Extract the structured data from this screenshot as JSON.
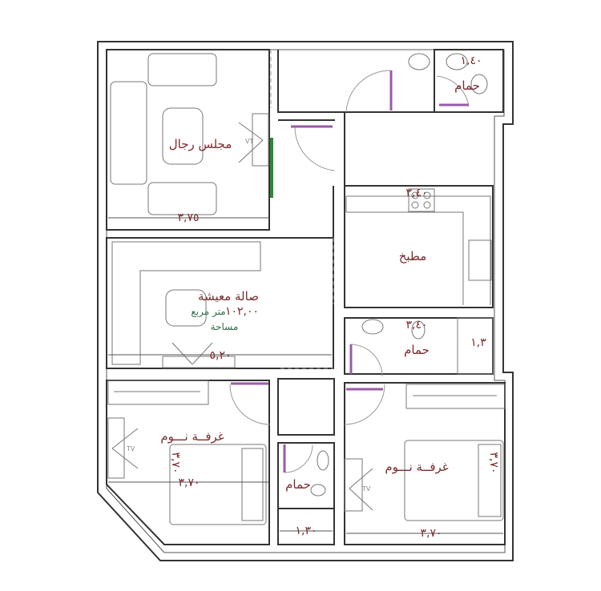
{
  "colors": {
    "label": "#7a2a2a",
    "area_text": "#2e6b4a",
    "door_leaf": "#9a5aa8",
    "sliding_door": "#2a8a3a"
  },
  "rooms": {
    "majlis": {
      "name": "مجلس رجال",
      "width": "٣,٧٥",
      "tv": "VT"
    },
    "bath_top": {
      "name": "حمام",
      "dim": "١,٤٠"
    },
    "kitchen": {
      "name": "مطبخ",
      "dim": "٣,٤٠"
    },
    "living": {
      "name": "صالة معيشة",
      "area_value": "١٠٢,٠٠",
      "area_unit": "متر مربع",
      "area_label": "مساحة",
      "width": "٥,٢٠"
    },
    "bath_mid": {
      "name": "حمام",
      "dim": "٣,٤٠",
      "dim2": "١,٣"
    },
    "bedroom_left": {
      "name": "غرفــة نـــوم",
      "width": "٣,٧٠",
      "length": "٣,٧٠",
      "tv": "TV"
    },
    "bath_small": {
      "name": "حمام",
      "width": "١,٣٠"
    },
    "bedroom_right": {
      "name": "غرفــة نـــوم",
      "width": "٣,٧٠",
      "length": "٣,٧٠",
      "tv": "TV"
    }
  }
}
